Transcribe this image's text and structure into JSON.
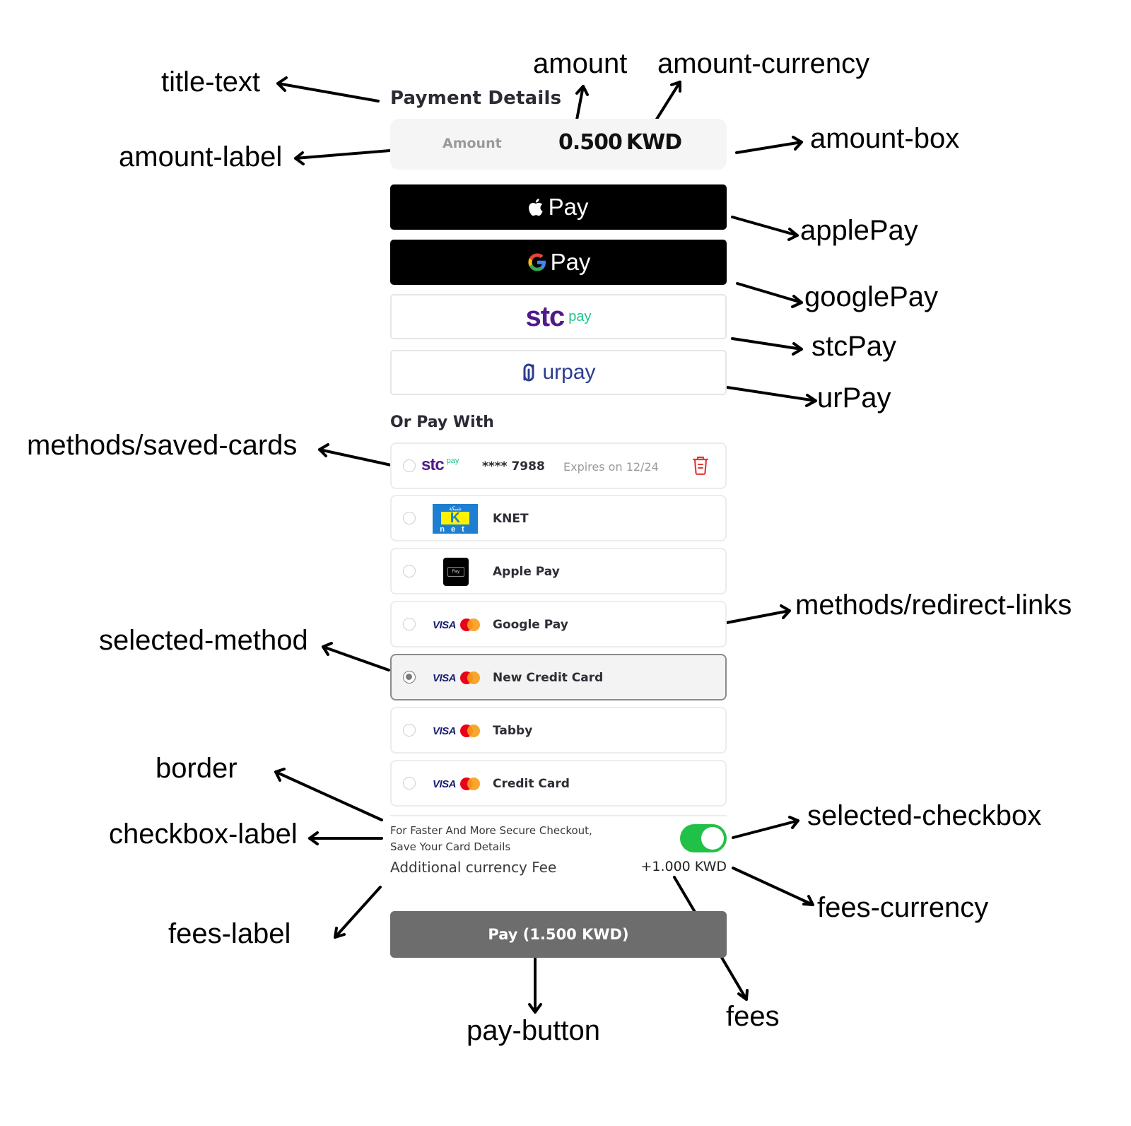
{
  "annotations": {
    "title_text": "title-text",
    "amount": "amount",
    "amount_currency": "amount-currency",
    "amount_label": "amount-label",
    "amount_box": "amount-box",
    "apple_pay": "applePay",
    "google_pay": "googlePay",
    "stc_pay": "stcPay",
    "ur_pay": "urPay",
    "saved_cards": "methods/saved-cards",
    "redirect_links": "methods/redirect-links",
    "selected_method": "selected-method",
    "border": "border",
    "checkbox_label": "checkbox-label",
    "selected_checkbox": "selected-checkbox",
    "fees_label": "fees-label",
    "fees_currency": "fees-currency",
    "fees": "fees",
    "pay_button": "pay-button"
  },
  "payment": {
    "title": "Payment Details",
    "amount_label": "Amount",
    "amount_value": "0.500",
    "amount_currency": "KWD",
    "wallets": {
      "apple_pay_label": "Pay",
      "google_pay_label": "Pay",
      "google_g": "G",
      "stc_label": "stc",
      "stc_pay_label": "pay",
      "urpay_label": "urpay"
    },
    "or_pay_with": "Or Pay With",
    "saved_card": {
      "brand": "stc",
      "brand_sub": "pay",
      "masked_number": "**** 7988",
      "expiry": "Expires on 12/24",
      "selected": false
    },
    "methods": [
      {
        "name": "KNET",
        "logo": "knet-logo",
        "selected": false
      },
      {
        "name": "Apple Pay",
        "logo": "apple-pay-badge",
        "selected": false
      },
      {
        "name": "Google Pay",
        "logo": "visa-mastercard-logo",
        "selected": false
      },
      {
        "name": "New Credit Card",
        "logo": "visa-mastercard-logo",
        "selected": true
      },
      {
        "name": "Tabby",
        "logo": "visa-mastercard-logo",
        "selected": false
      },
      {
        "name": "Credit Card",
        "logo": "visa-mastercard-logo",
        "selected": false
      }
    ],
    "knet": {
      "top": "شبكة",
      "letter": "K",
      "bottom": "net"
    },
    "visa_label": "VISA",
    "apple_badge_text": "Pay",
    "save_card_label": "For Faster And More Secure Checkout, Save Your Card Details",
    "save_card_enabled": true,
    "fees_label": "Additional currency Fee",
    "fees_value": "+1.000 KWD",
    "pay_button_label": "Pay (1.500 KWD)"
  },
  "colors": {
    "toggle_on": "#21c147",
    "stc_purple": "#4f1a8c",
    "stc_green": "#1fc28a",
    "urpay_blue": "#2b3d8f",
    "delete_red": "#e53935",
    "pay_button": "#6d6d6d"
  }
}
